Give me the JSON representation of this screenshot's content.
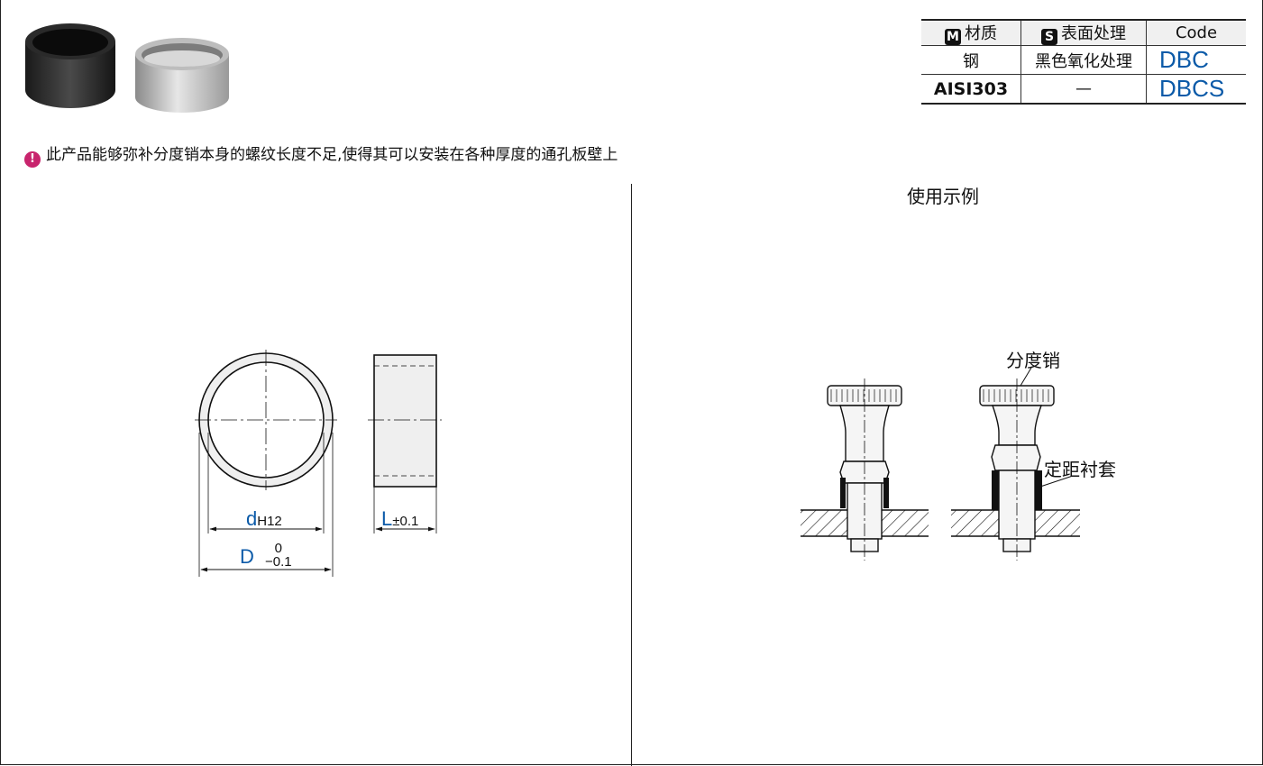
{
  "table": {
    "headers": {
      "material_tag": "M",
      "material": "材质",
      "surface_tag": "S",
      "surface": "表面处理",
      "code": "Code"
    },
    "rows": [
      {
        "material": "钢",
        "surface": "黑色氧化处理",
        "code": "DBC"
      },
      {
        "material": "AISI303",
        "surface": "—",
        "code": "DBCS"
      }
    ]
  },
  "note": {
    "icon": "info-bulb-icon",
    "text": "此产品能够弥补分度销本身的螺纹长度不足,使得其可以安装在各种厚度的通孔板壁上"
  },
  "usage": {
    "title": "使用示例",
    "label_pin": "分度销",
    "label_spacer": "定距衬套"
  },
  "dims": {
    "d_main": "d",
    "d_sub": "H12",
    "D_main": "D",
    "D_upper": "0",
    "D_lower": "−0.1",
    "L_main": "L",
    "L_tol": "±0.1"
  },
  "colors": {
    "accent_blue": "#0b5aa8",
    "note_icon": "#c8246d"
  }
}
